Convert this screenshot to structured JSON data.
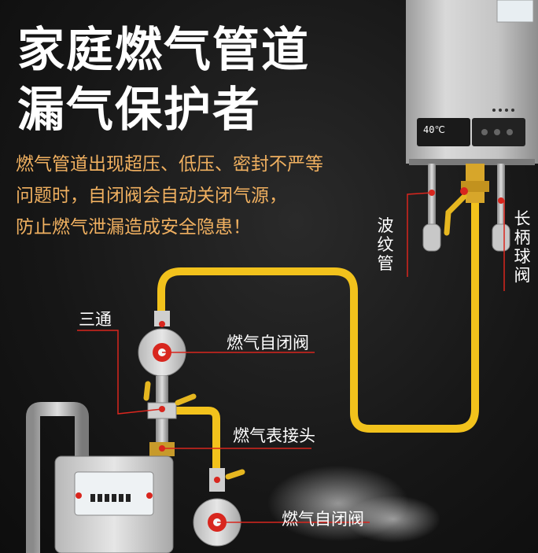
{
  "title": {
    "line1": "家庭燃气管道",
    "line2": "漏气保护者"
  },
  "description": {
    "line1": "燃气管道出现超压、低压、密封不严等",
    "line2": "问题时，自闭阀会自动关闭气源，",
    "line3": "防止燃气泄漏造成安全隐患！"
  },
  "labels": {
    "corrugated_pipe": "波纹管",
    "long_handle_ball_valve": "长柄球阀",
    "tee": "三通",
    "gas_auto_shutoff_valve_upper": "燃气自闭阀",
    "gas_meter_connector": "燃气表接头",
    "gas_auto_shutoff_valve_lower": "燃气自闭阀"
  },
  "heater_display": {
    "temperature": "40℃"
  },
  "colors": {
    "pipe_yellow": "#f2c21c",
    "accent_red": "#d8261e",
    "text_orange": "#f0b060",
    "heater_silver": "#c9c9c9"
  }
}
